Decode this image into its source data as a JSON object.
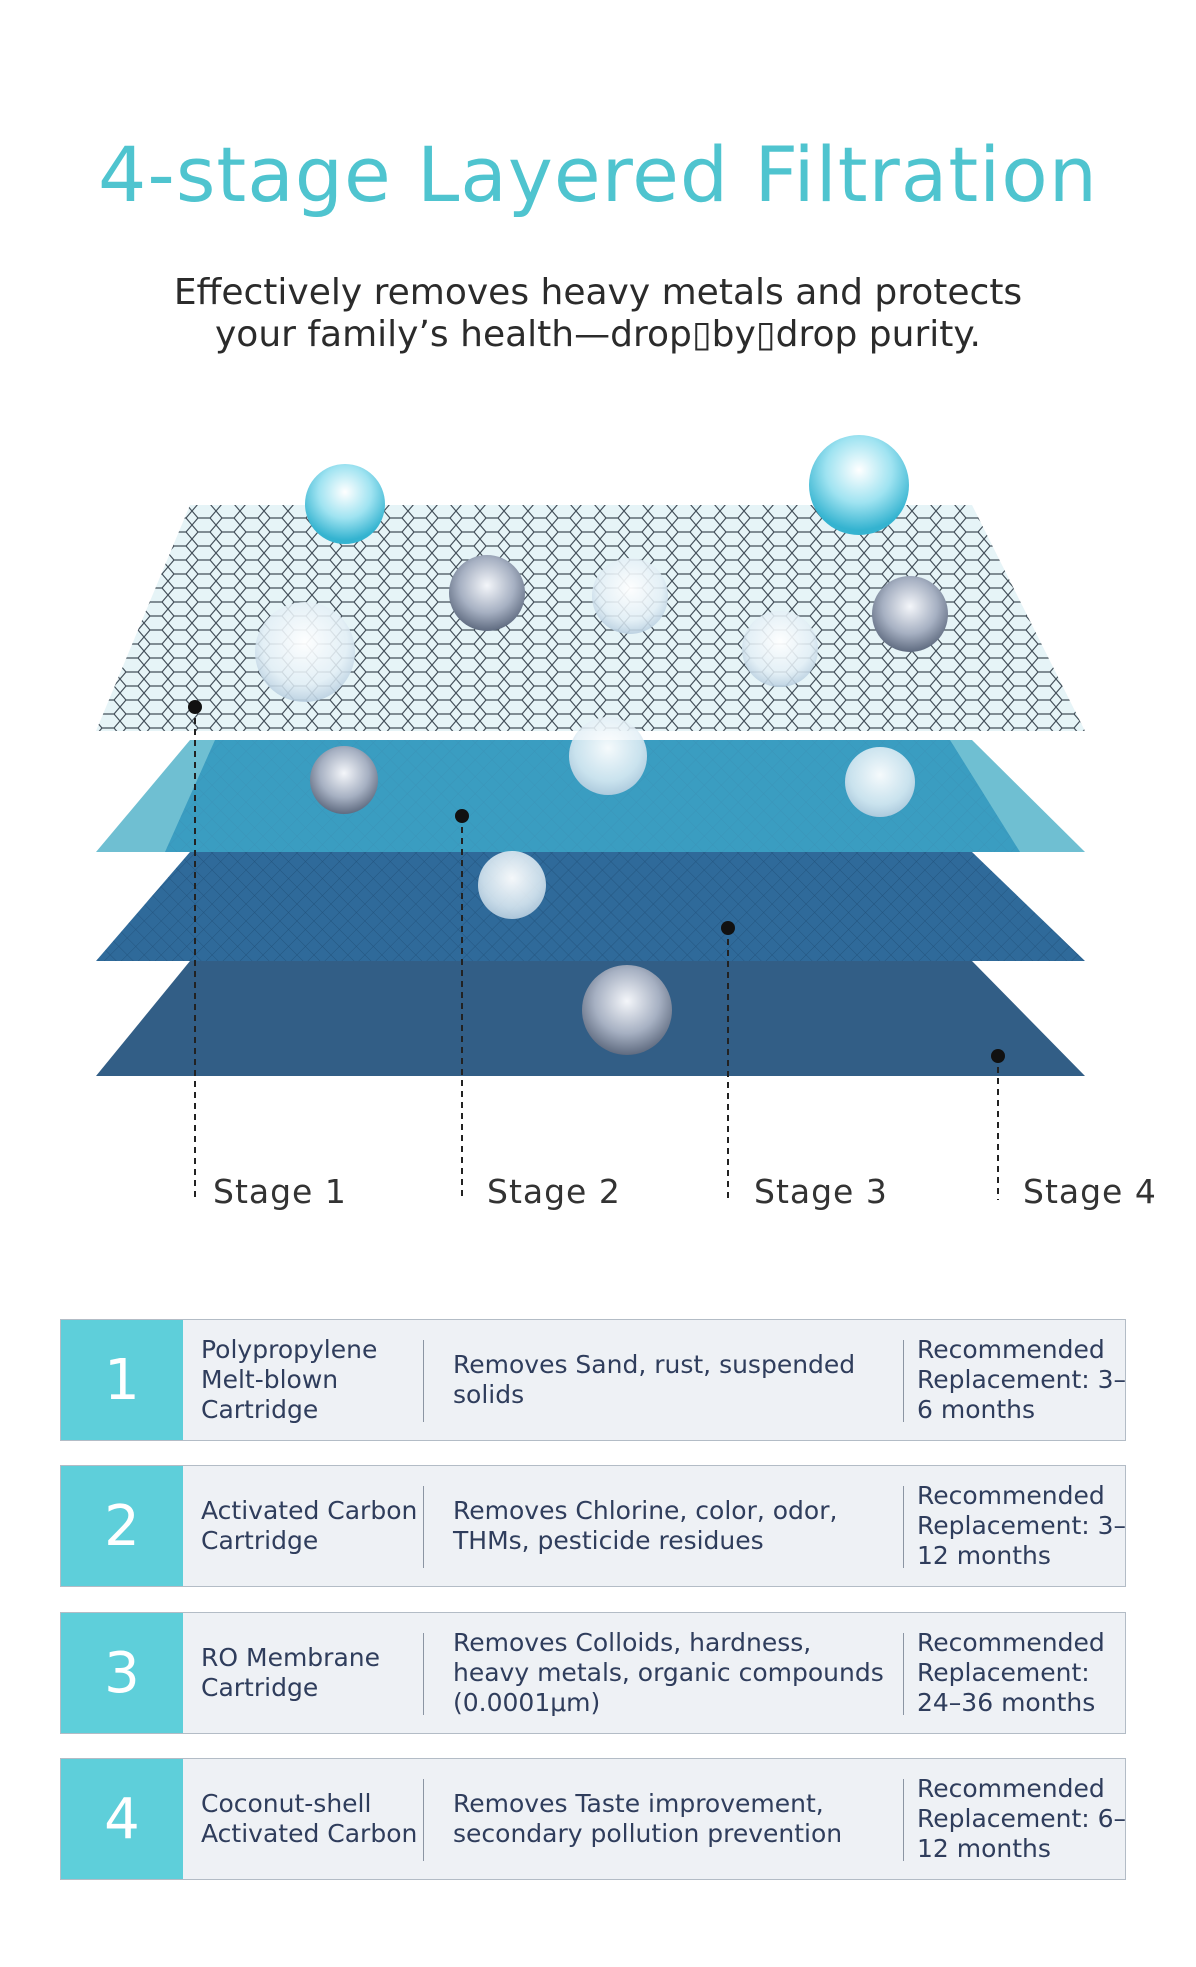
{
  "title": "4-stage Layered Filtration",
  "subtitle": {
    "line1": "Effectively removes heavy metals and protects",
    "line2": "your family’s health—drop▯by▯drop purity."
  },
  "stages": [
    "Stage 1",
    "Stage 2",
    "Stage 3",
    "Stage 4"
  ],
  "colors": {
    "accent": "#5ecfda",
    "title": "#4fc4cf",
    "layer1": "#e6f4f7",
    "layer2": "#6fbfd2",
    "layer3": "#2f6a9a",
    "layer4": "#315d85"
  },
  "filters": [
    {
      "number": "1",
      "name": "Polypropylene Melt-blown Cartridge",
      "function": "Removes Sand, rust, suspended solids",
      "replacement": "Recommended Replacement: 3–6 months"
    },
    {
      "number": "2",
      "name": "Activated Carbon Cartridge",
      "function": "Removes Chlorine, color, odor, THMs, pesticide residues",
      "replacement": "Recommended Replacement: 3–12 months"
    },
    {
      "number": "3",
      "name": "RO Membrane Cartridge",
      "function": "Removes Colloids, hardness, heavy metals, organic compounds (0.0001μm)",
      "replacement": "Recommended Replacement: 24–36 months"
    },
    {
      "number": "4",
      "name": "Coconut-shell Activated Carbon",
      "function": "Removes Taste improvement, secondary pollution prevention",
      "replacement": "Recommended Replacement: 6–12 months"
    }
  ]
}
